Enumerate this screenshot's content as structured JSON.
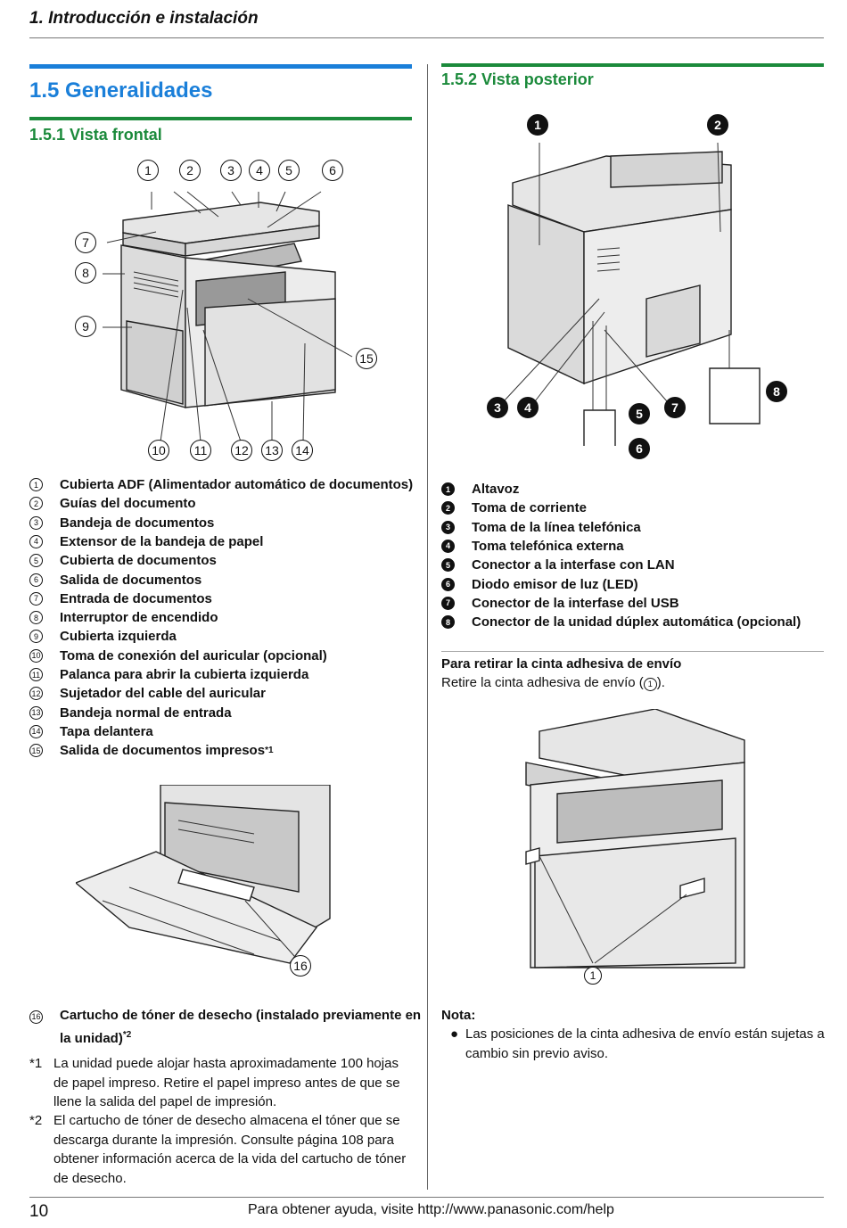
{
  "header": {
    "title": "1. Introducción e instalación"
  },
  "section": {
    "title": "1.5 Generalidades"
  },
  "front": {
    "title": "1.5.1 Vista frontal",
    "callouts_top": [
      "1",
      "2",
      "3",
      "4",
      "5",
      "6"
    ],
    "callouts_left": [
      "7",
      "8",
      "9"
    ],
    "callout_right": "15",
    "callouts_bottom": [
      "10",
      "11",
      "12",
      "13",
      "14"
    ],
    "items": [
      {
        "n": "1",
        "label": "Cubierta ADF (Alimentador automático de documentos)"
      },
      {
        "n": "2",
        "label": "Guías del documento"
      },
      {
        "n": "3",
        "label": "Bandeja de documentos"
      },
      {
        "n": "4",
        "label": "Extensor de la bandeja de papel"
      },
      {
        "n": "5",
        "label": "Cubierta de documentos"
      },
      {
        "n": "6",
        "label": "Salida de documentos"
      },
      {
        "n": "7",
        "label": "Entrada de documentos"
      },
      {
        "n": "8",
        "label": "Interruptor de encendido"
      },
      {
        "n": "9",
        "label": "Cubierta izquierda"
      },
      {
        "n": "10",
        "label": "Toma de conexión del auricular (opcional)"
      },
      {
        "n": "11",
        "label": "Palanca para abrir la cubierta izquierda"
      },
      {
        "n": "12",
        "label": "Sujetador del cable del auricular"
      },
      {
        "n": "13",
        "label": "Bandeja normal de entrada"
      },
      {
        "n": "14",
        "label": "Tapa delantera"
      },
      {
        "n": "15",
        "label": "Salida de documentos impresos",
        "sup": "*1"
      }
    ],
    "cartridge_callout": "16",
    "cartridge_item": {
      "n": "16",
      "line1": "Cartucho de tóner de desecho (instalado previamente en",
      "line2": "la unidad)",
      "sup": "*2"
    },
    "footnotes": [
      {
        "mark": "*1",
        "text": "La unidad puede alojar hasta aproximadamente 100 hojas de papel impreso. Retire el papel impreso antes de que se llene la salida del papel de impresión."
      },
      {
        "mark": "*2",
        "text": "El cartucho de tóner de desecho almacena el tóner que se descarga durante la impresión. Consulte página 108 para obtener información acerca de la vida del cartucho de tóner de desecho."
      }
    ]
  },
  "rear": {
    "title": "1.5.2 Vista posterior",
    "callouts": [
      "1",
      "2",
      "3",
      "4",
      "5",
      "6",
      "7",
      "8"
    ],
    "items": [
      {
        "n": "1",
        "label": "Altavoz"
      },
      {
        "n": "2",
        "label": "Toma de corriente"
      },
      {
        "n": "3",
        "label": "Toma de la línea telefónica"
      },
      {
        "n": "4",
        "label": "Toma telefónica externa"
      },
      {
        "n": "5",
        "label": "Conector a la interfase con LAN"
      },
      {
        "n": "6",
        "label": "Diodo emisor de luz (LED)"
      },
      {
        "n": "7",
        "label": "Conector de la interfase del USB"
      },
      {
        "n": "8",
        "label": "Conector de la unidad dúplex automática (opcional)"
      }
    ]
  },
  "tape": {
    "title": "Para retirar la cinta adhesiva de envío",
    "text_before": "Retire la cinta adhesiva de envío (",
    "ref": "1",
    "text_after": ").",
    "callout": "1"
  },
  "note": {
    "title": "Nota:",
    "bullet": "Las posiciones de la cinta adhesiva de envío están sujetas a cambio sin previo aviso."
  },
  "footer": {
    "page": "10",
    "help": "Para obtener ayuda, visite http://www.panasonic.com/help"
  }
}
